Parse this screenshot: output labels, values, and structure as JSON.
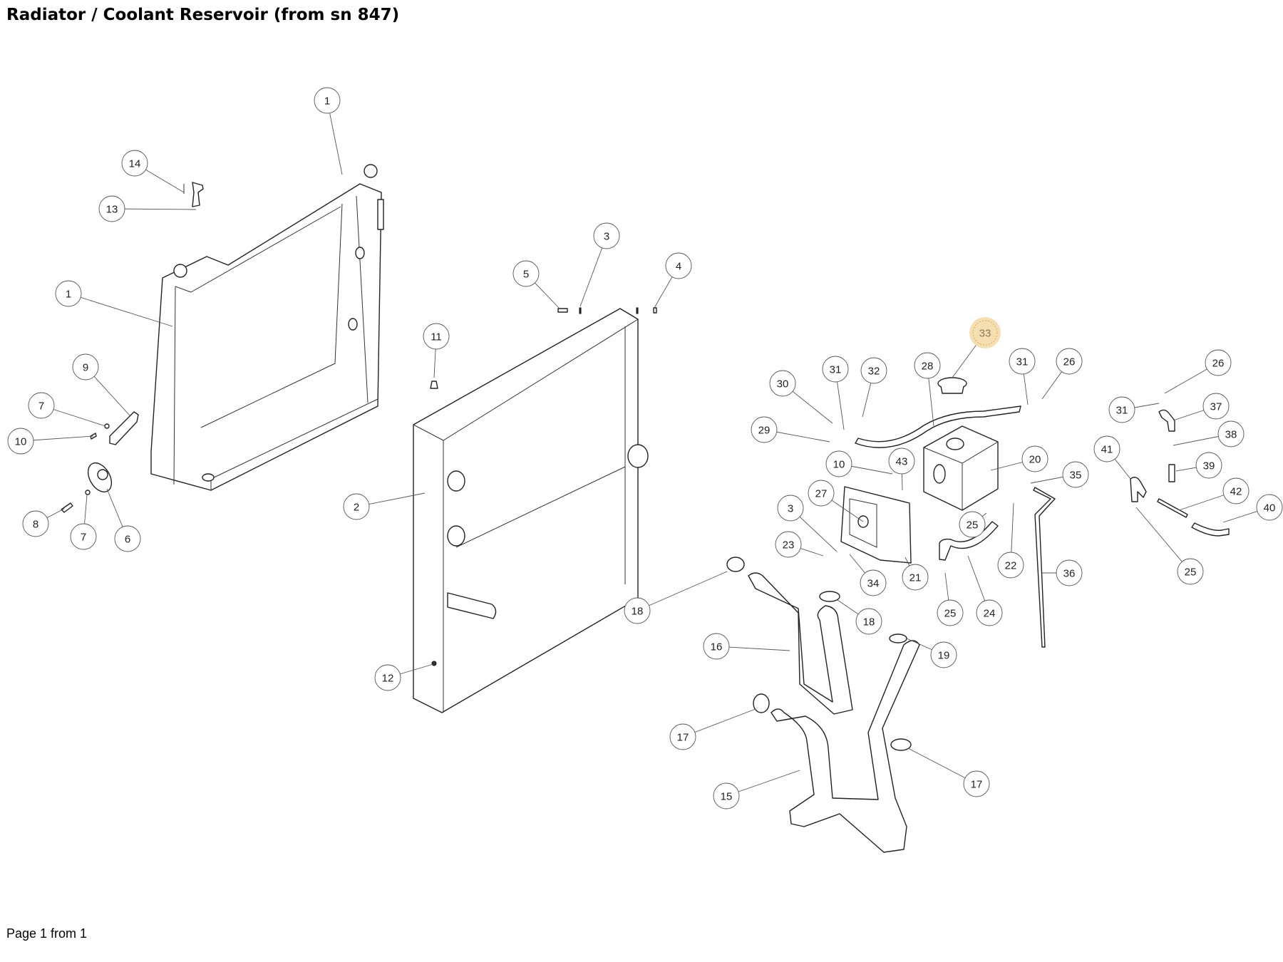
{
  "title": "Radiator / Coolant Reservoir (from sn 847)",
  "footer": "Page 1 from 1",
  "highlight_color": "#f5dfb0",
  "balloons": [
    {
      "label": "1",
      "id": "b1a",
      "highlighted": false
    },
    {
      "label": "14",
      "id": "b14",
      "highlighted": false
    },
    {
      "label": "13",
      "id": "b13",
      "highlighted": false
    },
    {
      "label": "1",
      "id": "b1b",
      "highlighted": false
    },
    {
      "label": "9",
      "id": "b9",
      "highlighted": false
    },
    {
      "label": "7",
      "id": "b7a",
      "highlighted": false
    },
    {
      "label": "10",
      "id": "b10a",
      "highlighted": false
    },
    {
      "label": "8",
      "id": "b8",
      "highlighted": false
    },
    {
      "label": "7",
      "id": "b7b",
      "highlighted": false
    },
    {
      "label": "6",
      "id": "b6",
      "highlighted": false
    },
    {
      "label": "3",
      "id": "b3a",
      "highlighted": false
    },
    {
      "label": "5",
      "id": "b5",
      "highlighted": false
    },
    {
      "label": "4",
      "id": "b4",
      "highlighted": false
    },
    {
      "label": "11",
      "id": "b11",
      "highlighted": false
    },
    {
      "label": "2",
      "id": "b2",
      "highlighted": false
    },
    {
      "label": "12",
      "id": "b12",
      "highlighted": false
    },
    {
      "label": "33",
      "id": "b33",
      "highlighted": true
    },
    {
      "label": "31",
      "id": "b31a",
      "highlighted": false
    },
    {
      "label": "32",
      "id": "b32",
      "highlighted": false
    },
    {
      "label": "28",
      "id": "b28",
      "highlighted": false
    },
    {
      "label": "31",
      "id": "b31b",
      "highlighted": false
    },
    {
      "label": "26",
      "id": "b26a",
      "highlighted": false
    },
    {
      "label": "30",
      "id": "b30",
      "highlighted": false
    },
    {
      "label": "29",
      "id": "b29",
      "highlighted": false
    },
    {
      "label": "10",
      "id": "b10b",
      "highlighted": false
    },
    {
      "label": "43",
      "id": "b43",
      "highlighted": false
    },
    {
      "label": "20",
      "id": "b20",
      "highlighted": false
    },
    {
      "label": "35",
      "id": "b35",
      "highlighted": false
    },
    {
      "label": "27",
      "id": "b27",
      "highlighted": false
    },
    {
      "label": "3",
      "id": "b3b",
      "highlighted": false
    },
    {
      "label": "23",
      "id": "b23",
      "highlighted": false
    },
    {
      "label": "34",
      "id": "b34",
      "highlighted": false
    },
    {
      "label": "21",
      "id": "b21",
      "highlighted": false
    },
    {
      "label": "25",
      "id": "b25a",
      "highlighted": false
    },
    {
      "label": "22",
      "id": "b22",
      "highlighted": false
    },
    {
      "label": "36",
      "id": "b36",
      "highlighted": false
    },
    {
      "label": "25",
      "id": "b25b",
      "highlighted": false
    },
    {
      "label": "24",
      "id": "b24",
      "highlighted": false
    },
    {
      "label": "18",
      "id": "b18a",
      "highlighted": false
    },
    {
      "label": "18",
      "id": "b18b",
      "highlighted": false
    },
    {
      "label": "19",
      "id": "b19",
      "highlighted": false
    },
    {
      "label": "16",
      "id": "b16",
      "highlighted": false
    },
    {
      "label": "17",
      "id": "b17a",
      "highlighted": false
    },
    {
      "label": "17",
      "id": "b17b",
      "highlighted": false
    },
    {
      "label": "15",
      "id": "b15",
      "highlighted": false
    },
    {
      "label": "26",
      "id": "b26b",
      "highlighted": false
    },
    {
      "label": "31",
      "id": "b31c",
      "highlighted": false
    },
    {
      "label": "37",
      "id": "b37",
      "highlighted": false
    },
    {
      "label": "38",
      "id": "b38",
      "highlighted": false
    },
    {
      "label": "41",
      "id": "b41",
      "highlighted": false
    },
    {
      "label": "39",
      "id": "b39",
      "highlighted": false
    },
    {
      "label": "42",
      "id": "b42",
      "highlighted": false
    },
    {
      "label": "40",
      "id": "b40",
      "highlighted": false
    },
    {
      "label": "25",
      "id": "b25c",
      "highlighted": false
    }
  ]
}
